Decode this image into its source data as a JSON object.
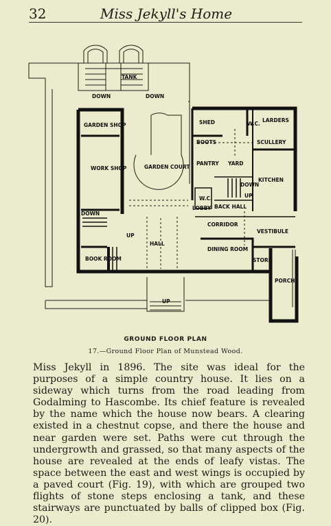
{
  "header": {
    "page_number": "32",
    "running_title": "Miss Jekyll's Home"
  },
  "plan": {
    "title": "GROUND FLOOR PLAN",
    "labels": {
      "tank": "TANK",
      "down_left": "DOWN",
      "down_right": "DOWN",
      "shed": "SHED",
      "wc1": "W.C.",
      "larders": "LARDERS",
      "boots": "BOOTS",
      "scullery": "SCULLERY",
      "garden_shop": "GARDEN SHOP",
      "work_shop": "WORK SHOP",
      "garden_court": "GARDEN COURT",
      "pantry": "PANTRY",
      "yard": "YARD",
      "kitchen": "KITCHEN",
      "down_yard": "DOWN",
      "up_yard": "UP",
      "wc2": "W.C.",
      "lobby": "LOBBY",
      "back_hall": "BACK HALL",
      "down_shop": "DOWN",
      "corridor": "CORRIDOR",
      "vestibule": "VESTIBULE",
      "up_hall": "UP",
      "hall": "HALL",
      "dining_room": "DINING ROOM",
      "book_room": "BOOK ROOM",
      "store": "STORE",
      "porch": "PORCH",
      "up_front": "UP"
    }
  },
  "caption": "17.—Ground Floor Plan of Munstead Wood.",
  "body_text": "Miss Jekyll in 1896. The site was ideal for the purposes of a simple country house. It lies on a sideway which turns from the road leading from Godalming to Hascombe. Its chief feature is revealed by the name which the house now bears. A clearing existed in a chestnut copse, and there the house and near garden were set. Paths were cut through the undergrowth and grassed, so that many aspects of the house are revealed at the ends of leafy vistas. The space between the east and west wings is occupied by a paved court (Fig. 19), with which are grouped two flights of stone steps enclosing a tank, and these stairways are punctuated by balls of clipped box (Fig. 20)."
}
